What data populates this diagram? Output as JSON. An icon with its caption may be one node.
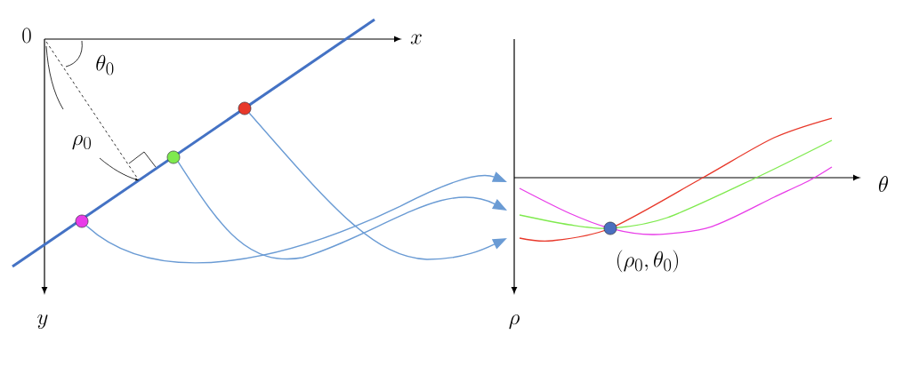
{
  "diagram": {
    "nodes": [
      {
        "text": [],
        "shape": "circle"
      },
      {
        "text": [],
        "shape": "circle"
      },
      {
        "text": [],
        "shape": "circle"
      }
    ],
    "edges": [
      {
        "from": 0,
        "to": null,
        "arrow": "to"
      },
      {
        "from": 1,
        "to": null,
        "arrow": "to"
      },
      {
        "from": 2,
        "to": null,
        "arrow": "to"
      }
    ],
    "labels": [
      "0",
      "x",
      "\\theta_0",
      "\\rho_0",
      "y",
      "\\theta",
      "(\\rho_0,\\theta_0)",
      "\\rho"
    ]
  }
}
